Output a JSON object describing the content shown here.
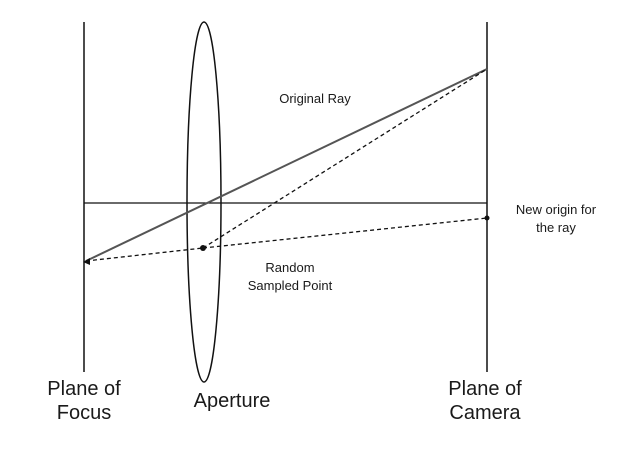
{
  "labels": {
    "original_ray": "Original Ray",
    "new_origin_line1": "New origin for",
    "new_origin_line2": "the ray",
    "random_line1": "Random",
    "random_line2": "Sampled Point",
    "focus_line1": "Plane of",
    "focus_line2": "Focus",
    "aperture": "Aperture",
    "camera_line1": "Plane of",
    "camera_line2": "Camera"
  }
}
